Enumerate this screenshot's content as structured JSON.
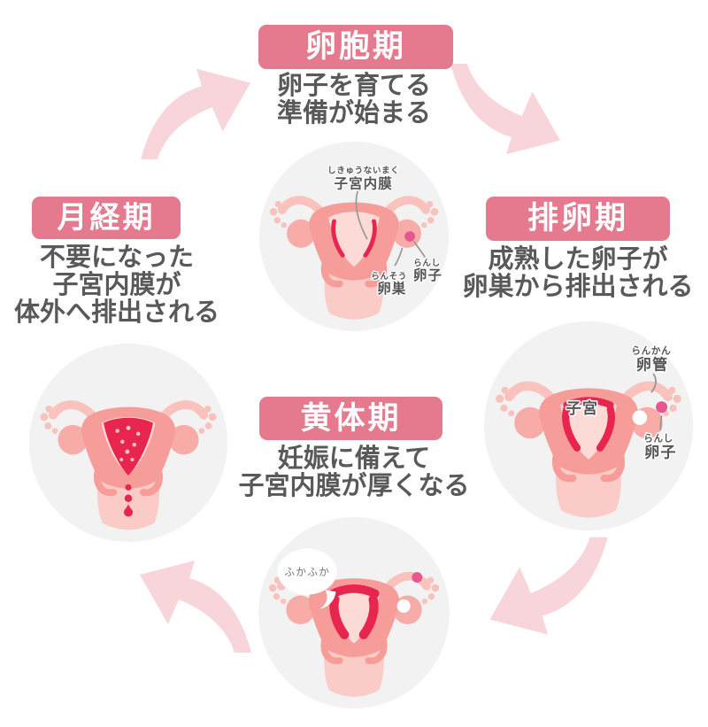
{
  "phases": {
    "follicular": {
      "label": "卵胞期",
      "caption_lines": [
        "卵子を育てる",
        "準備が始まる"
      ]
    },
    "ovulation": {
      "label": "排卵期",
      "caption_lines": [
        "成熟した卵子が",
        "卵巣から排出される"
      ]
    },
    "luteal": {
      "label": "黄体期",
      "caption_lines": [
        "妊娠に備えて",
        "子宮内膜が厚くなる"
      ]
    },
    "menstrual": {
      "label": "月経期",
      "caption_lines": [
        "不要になった",
        "子宮内膜が",
        "体外へ排出される"
      ]
    }
  },
  "illustrations": {
    "follicular": {
      "endometrium_furigana": "しきゅうないまく",
      "endometrium_label": "子宮内膜",
      "egg_furigana": "らんし",
      "egg_label": "卵子",
      "ovary_furigana": "らんそう",
      "ovary_label": "卵巣"
    },
    "ovulation": {
      "tube_furigana": "らんかん",
      "tube_label": "卵管",
      "uterus_label": "子宮",
      "egg_furigana": "らんし",
      "egg_label": "卵子"
    },
    "luteal": {
      "speech_bubble": "ふかふか"
    }
  },
  "colors": {
    "background": "#FFFFFF",
    "badge_bg": "#E5798E",
    "badge_text": "#FFFFFF",
    "caption_text": "#595959",
    "arrow_pink": "#F8D5DB",
    "circle_bg": "#F2F2F3",
    "uterus_body": "#F79D99",
    "uterus_lower": "#FBCCC7",
    "fallopian_tube": "#FAC2BD",
    "ovary": "#F8ACA7",
    "cavity": "#FCDAD5",
    "endometrium": "#E8254F",
    "egg_dot": "#E7568F",
    "label_text": "#555555",
    "leader_line": "#999999"
  }
}
